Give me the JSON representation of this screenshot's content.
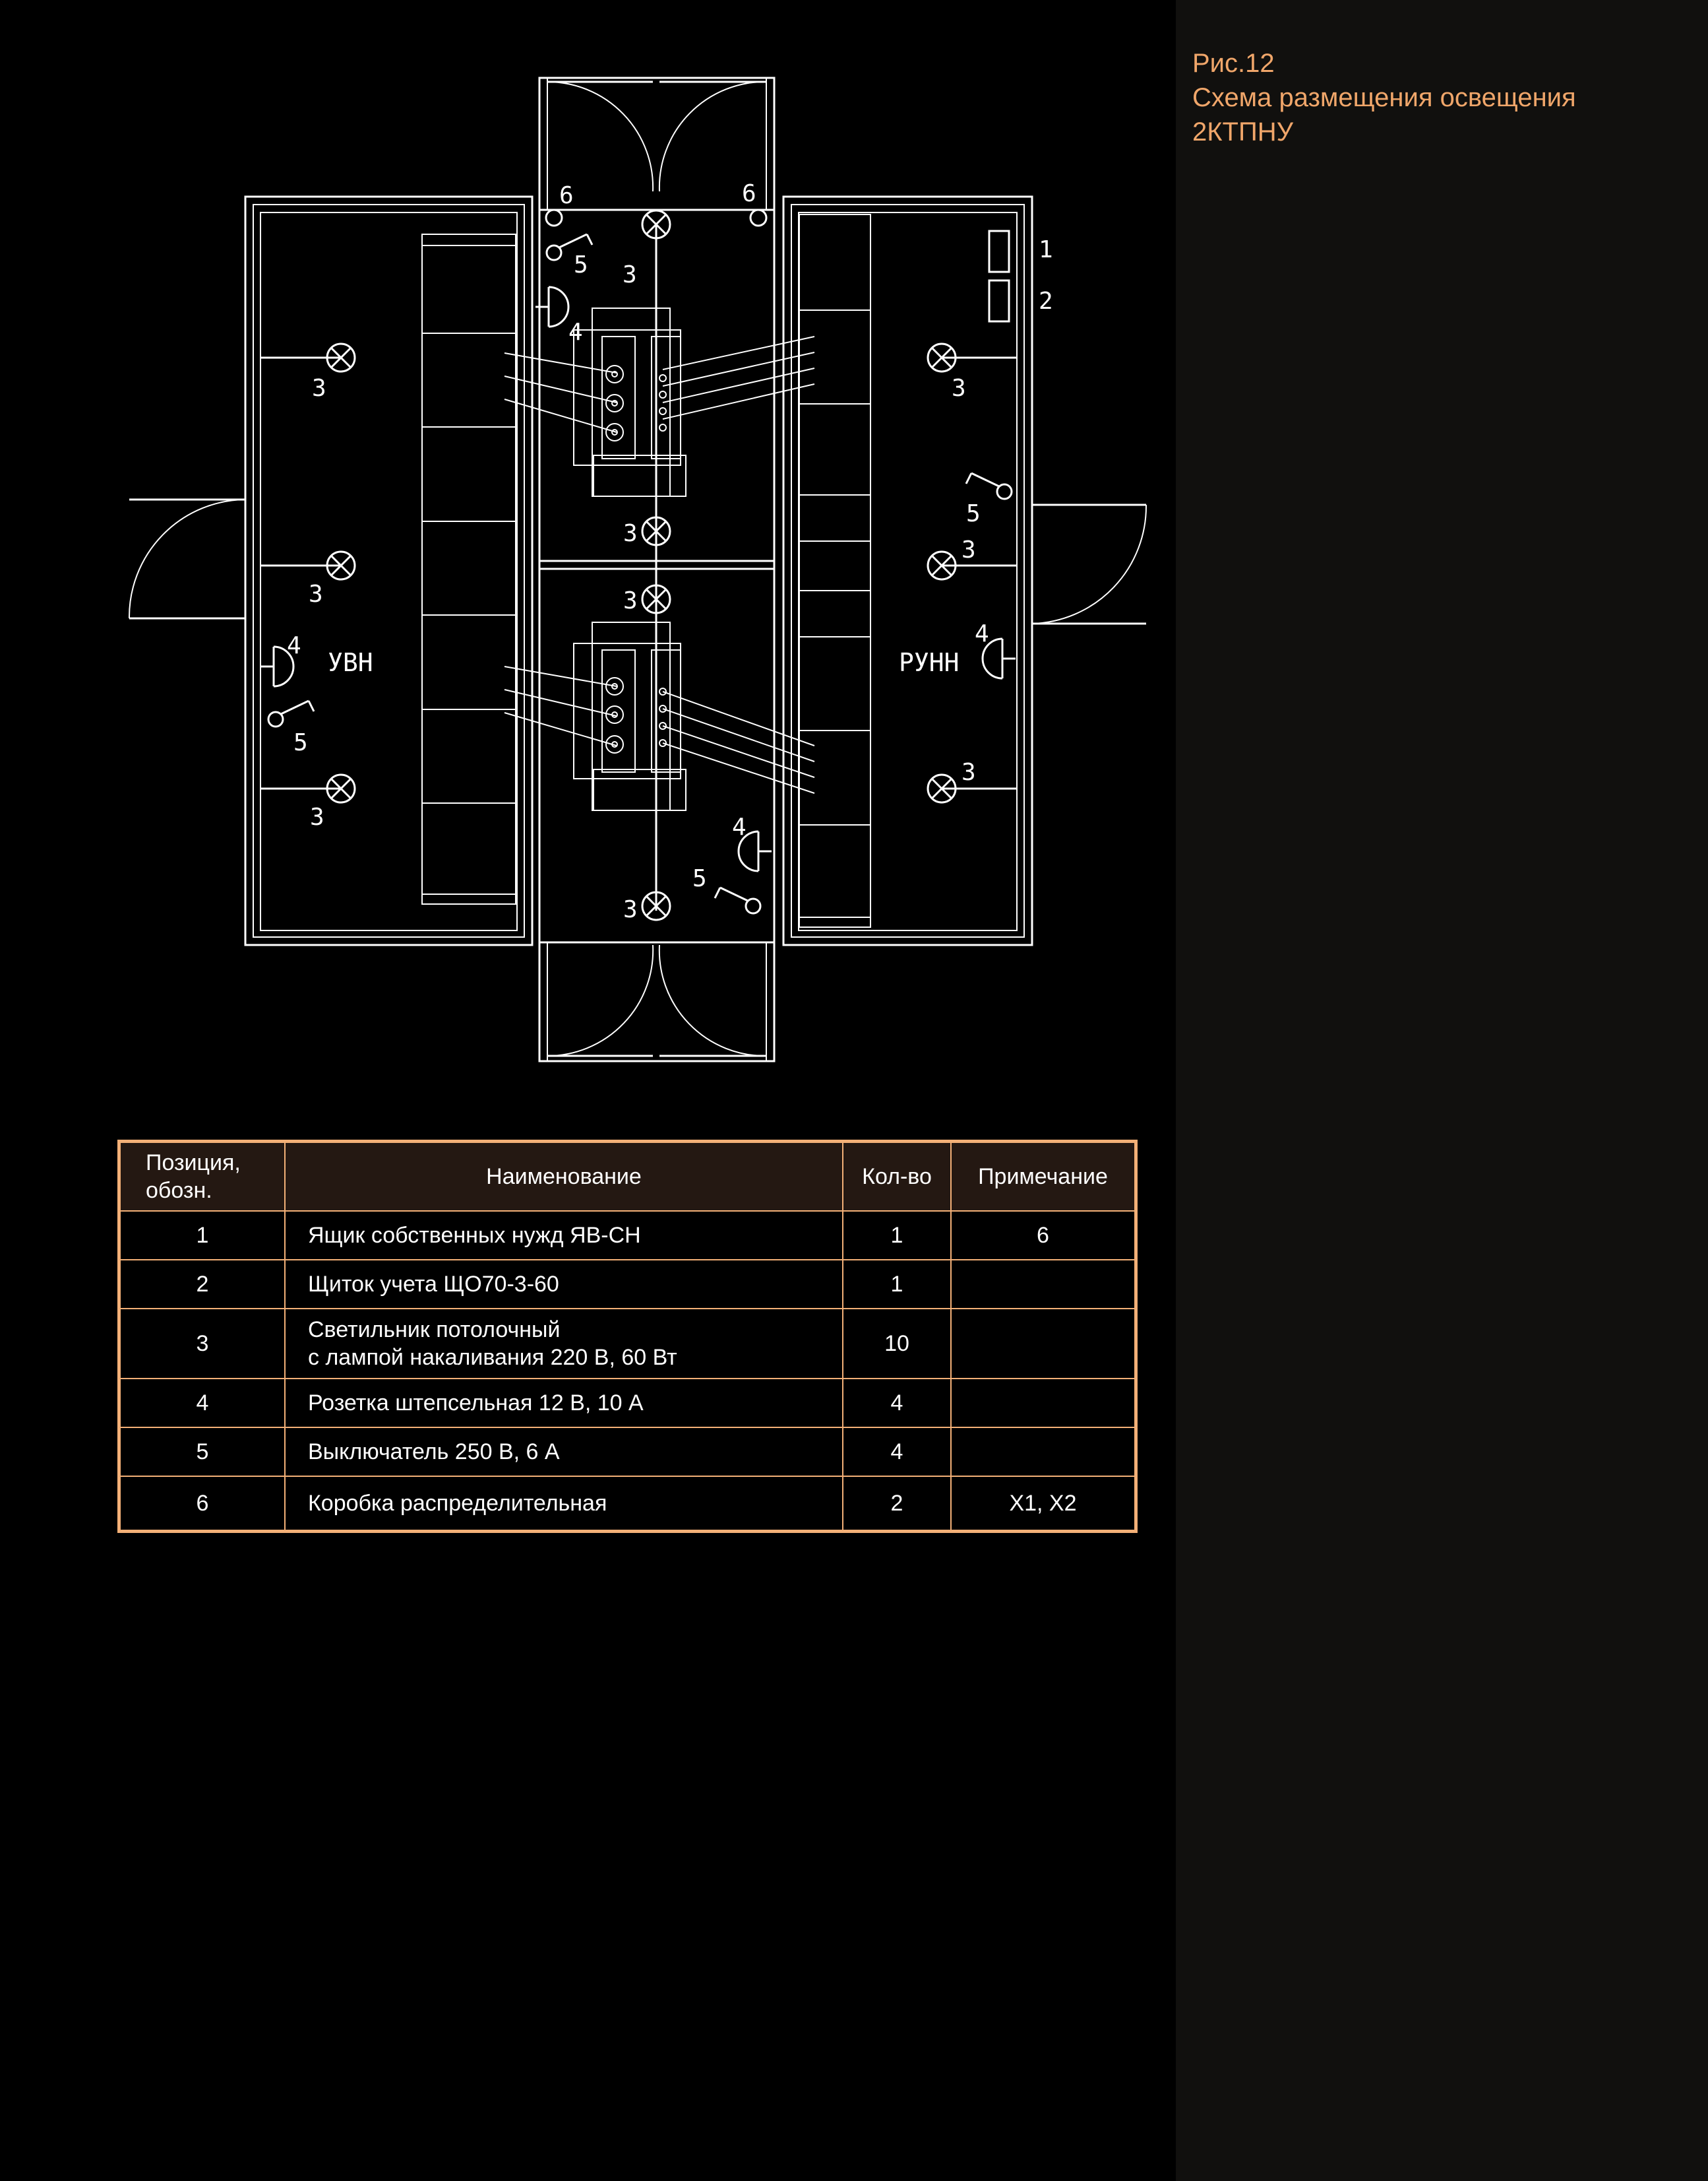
{
  "caption": {
    "fig": "Рис.12",
    "title_line1": "Схема размещения освещения",
    "title_line2": "2КТПНУ"
  },
  "plan": {
    "rooms": {
      "left": "УВН",
      "right": "РУНН"
    },
    "markers": {
      "box_top_left": "6",
      "box_top_right": "6",
      "switch_top": "5",
      "socket_top": "4",
      "lamp_top": "3",
      "panel_1": "1",
      "panel_2": "2",
      "lamp_left_1": "3",
      "lamp_left_2": "3",
      "lamp_left_3": "3",
      "socket_left": "4",
      "switch_left": "5",
      "lamp_right_1": "3",
      "switch_right": "5",
      "lamp_right_2": "3",
      "socket_right": "4",
      "lamp_right_3": "3",
      "lamp_center_1": "3",
      "lamp_center_2": "3",
      "lamp_center_3": "3",
      "socket_bottom": "4",
      "switch_bottom": "5"
    }
  },
  "table": {
    "headers": {
      "pos_line1": "Позиция,",
      "pos_line2": "обозн.",
      "name": "Наименование",
      "qty": "Кол-во",
      "note": "Примечание"
    },
    "rows": [
      {
        "pos": "1",
        "name": "Ящик собственных нужд ЯВ-СН",
        "name2": "",
        "qty": "1",
        "note": "6"
      },
      {
        "pos": "2",
        "name": "Щиток учета ЩО70-3-60",
        "name2": "",
        "qty": "1",
        "note": ""
      },
      {
        "pos": "3",
        "name": "Светильник потолочный",
        "name2": "с лампой накаливания 220 В, 60 Вт",
        "qty": "10",
        "note": ""
      },
      {
        "pos": "4",
        "name": "Розетка штепсельная 12 В, 10 А",
        "name2": "",
        "qty": "4",
        "note": ""
      },
      {
        "pos": "5",
        "name": "Выключатель 250 В, 6 А",
        "name2": "",
        "qty": "4",
        "note": ""
      },
      {
        "pos": "6",
        "name": "Коробка распределительная",
        "name2": "",
        "qty": "2",
        "note": "X1, X2"
      }
    ]
  }
}
